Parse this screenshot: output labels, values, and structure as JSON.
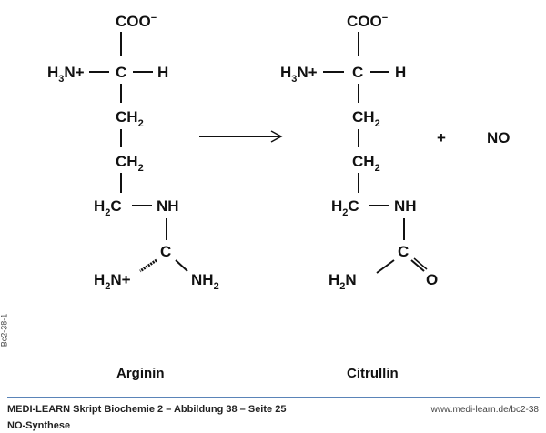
{
  "reactant": {
    "name": "Arginin",
    "coo": "COO",
    "h3n": "H",
    "h3n_sub": "3",
    "h3n_rest": "N+",
    "c": "C",
    "h": "H",
    "ch2": "CH",
    "sub2": "2",
    "h2c": "H",
    "h2c_rest": "C",
    "nh": "NH",
    "h2n": "H",
    "h2n_rest": "N+",
    "nh2": "NH"
  },
  "product": {
    "name": "Citrullin",
    "coo": "COO",
    "h3n": "H",
    "h3n_sub": "3",
    "h3n_rest": "N+",
    "c": "C",
    "h": "H",
    "ch2": "CH",
    "sub2": "2",
    "h2c": "H",
    "h2c_rest": "C",
    "nh": "NH",
    "h2n": "H",
    "h2n_rest": "N",
    "o": "O"
  },
  "plus": "+",
  "no": "NO",
  "footer": {
    "title": "MEDI-LEARN Skript Biochemie 2 – Abbildung 38 – Seite 25",
    "subtitle": "NO-Synthese",
    "url": "www.medi-learn.de/bc2-38",
    "side_code": "Bc2-38-1"
  },
  "colors": {
    "rule": "#5a84b8"
  }
}
